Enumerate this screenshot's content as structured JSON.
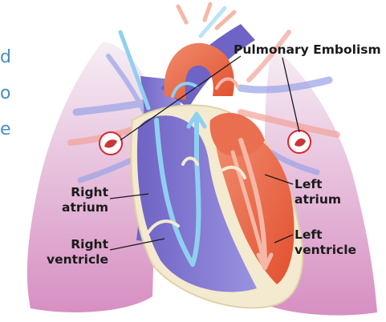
{
  "diagram": {
    "labels": {
      "pulmonary_embolism": "Pulmonary Embolism",
      "right_atrium_line1": "Right",
      "right_atrium_line2": "atrium",
      "right_ventricle_line1": "Right",
      "right_ventricle_line2": "ventricle",
      "left_atrium_line1": "Left",
      "left_atrium_line2": "atrium",
      "left_ventricle_line1": "Left",
      "left_ventricle_line2": "ventricle"
    },
    "cropped_text_fragments": [
      "d",
      "o",
      "e"
    ],
    "colors": {
      "lung": "#e6bfdc",
      "deoxygenated": "#7a6cc8",
      "oxygenated": "#e8644a",
      "flow_arrow_blue": "#8fd0f0",
      "flow_arrow_red": "#f6b7a6",
      "clot_marker": "#d9262b",
      "heart_shell": "#f3ead0",
      "cropped_text": "#4a8fc0"
    }
  }
}
